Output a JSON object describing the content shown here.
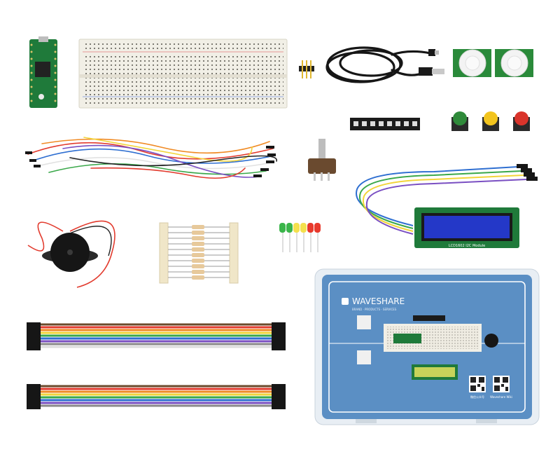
{
  "lcd_module": {
    "board_text": "LCD1602 I2C Module"
  },
  "case_lid": {
    "brand": "WAVESHARE",
    "tagline": "BRAND · PRODUCTS · SERVICES",
    "qr_caption_left": "微信公众号",
    "qr_caption_right": "Waveshare Wiki"
  },
  "colors": {
    "board_green": "#1f7a3a",
    "breadboard": "#f1efe6",
    "case_blue": "#5b8fc4",
    "lcd_blue": "#2438c8",
    "lcd_green": "#c7d35a"
  },
  "led_colors": [
    "#3ab54a",
    "#3ab54a",
    "#f4e04d",
    "#f4e04d",
    "#e8392c",
    "#e8392c"
  ],
  "button_caps": [
    "#2f8a3a",
    "#f2c41d",
    "#d9342b"
  ],
  "ribbon_colors": [
    "#6b4a2b",
    "#e23b2e",
    "#f08a24",
    "#f2d43a",
    "#3aa84a",
    "#2f6fd1",
    "#7a4fc2",
    "#8a8a8a",
    "#ffffff",
    "#222222"
  ]
}
